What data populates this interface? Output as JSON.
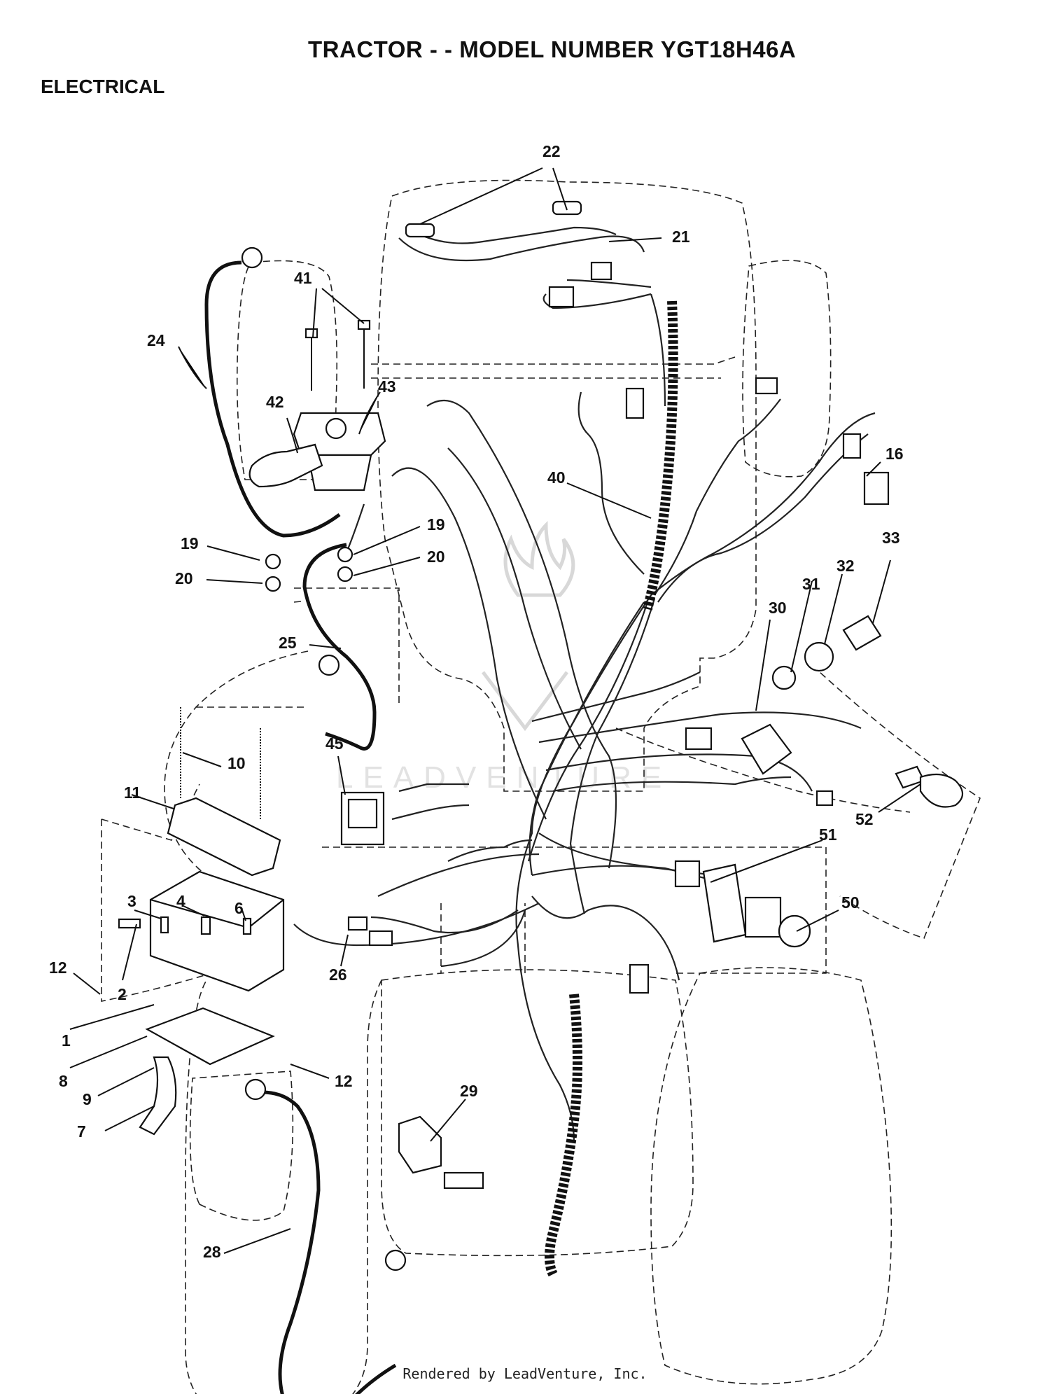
{
  "title": "TRACTOR - - MODEL NUMBER YGT18H46A",
  "section": "ELECTRICAL",
  "footer": "Rendered by LeadVenture, Inc.",
  "watermark": "LEADVENTURE",
  "callouts": [
    {
      "id": "22",
      "label": "22"
    },
    {
      "id": "21",
      "label": "21"
    },
    {
      "id": "41",
      "label": "41"
    },
    {
      "id": "24",
      "label": "24"
    },
    {
      "id": "42",
      "label": "42"
    },
    {
      "id": "43",
      "label": "43"
    },
    {
      "id": "16",
      "label": "16"
    },
    {
      "id": "40",
      "label": "40"
    },
    {
      "id": "19a",
      "label": "19"
    },
    {
      "id": "19b",
      "label": "19"
    },
    {
      "id": "20a",
      "label": "20"
    },
    {
      "id": "20b",
      "label": "20"
    },
    {
      "id": "33",
      "label": "33"
    },
    {
      "id": "32",
      "label": "32"
    },
    {
      "id": "31",
      "label": "31"
    },
    {
      "id": "30",
      "label": "30"
    },
    {
      "id": "25",
      "label": "25"
    },
    {
      "id": "10",
      "label": "10"
    },
    {
      "id": "45",
      "label": "45"
    },
    {
      "id": "11",
      "label": "11"
    },
    {
      "id": "52",
      "label": "52"
    },
    {
      "id": "51",
      "label": "51"
    },
    {
      "id": "3",
      "label": "3"
    },
    {
      "id": "4",
      "label": "4"
    },
    {
      "id": "6",
      "label": "6"
    },
    {
      "id": "50",
      "label": "50"
    },
    {
      "id": "12a",
      "label": "12"
    },
    {
      "id": "2",
      "label": "2"
    },
    {
      "id": "26",
      "label": "26"
    },
    {
      "id": "1",
      "label": "1"
    },
    {
      "id": "8",
      "label": "8"
    },
    {
      "id": "12b",
      "label": "12"
    },
    {
      "id": "9",
      "label": "9"
    },
    {
      "id": "29",
      "label": "29"
    },
    {
      "id": "7",
      "label": "7"
    },
    {
      "id": "28",
      "label": "28"
    }
  ]
}
